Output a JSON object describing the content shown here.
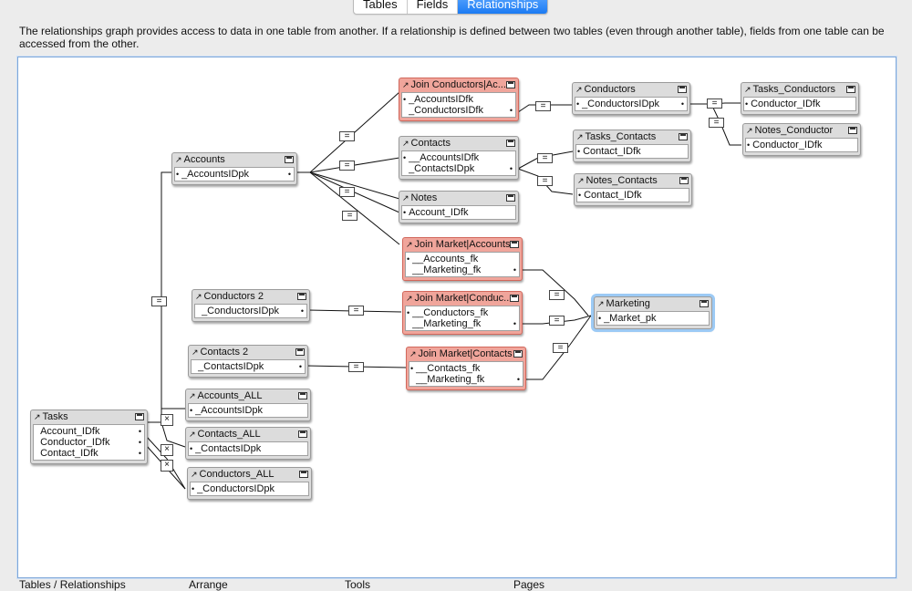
{
  "tabs": [
    "Tables",
    "Fields",
    "Relationships"
  ],
  "active_tab": "Relationships",
  "description": "The relationships graph provides access to data in one table from another. If a relationship is defined between two tables (even through another table), fields from one table can be accessed from the other.",
  "tables": {
    "accounts": {
      "title": "Accounts",
      "fields": [
        "_AccountsIDpk"
      ]
    },
    "join_conductors": {
      "title": "Join Conductors|Ac...",
      "fields": [
        "_AccountsIDfk",
        "_ConductorsIDfk"
      ]
    },
    "contacts": {
      "title": "Contacts",
      "fields": [
        "__AccountsIDfk",
        "_ContactsIDpk"
      ]
    },
    "notes": {
      "title": "Notes",
      "fields": [
        "Account_IDfk"
      ]
    },
    "join_market_accounts": {
      "title": "Join Market|Accounts",
      "fields": [
        "__Accounts_fk",
        "__Marketing_fk"
      ]
    },
    "conductors": {
      "title": "Conductors",
      "fields": [
        "_ConductorsIDpk"
      ]
    },
    "tasks_conductors": {
      "title": "Tasks_Conductors",
      "fields": [
        "Conductor_IDfk"
      ]
    },
    "notes_conductor": {
      "title": "Notes_Conductor",
      "fields": [
        "Conductor_IDfk"
      ]
    },
    "tasks_contacts": {
      "title": "Tasks_Contacts",
      "fields": [
        "Contact_IDfk"
      ]
    },
    "notes_contacts": {
      "title": "Notes_Contacts",
      "fields": [
        "Contact_IDfk"
      ]
    },
    "conductors2": {
      "title": "Conductors 2",
      "fields": [
        "_ConductorsIDpk"
      ]
    },
    "join_market_conductors": {
      "title": "Join Market|Conduc...",
      "fields": [
        "__Conductors_fk",
        "__Marketing_fk"
      ]
    },
    "marketing": {
      "title": "Marketing",
      "fields": [
        "_Market_pk"
      ]
    },
    "contacts2": {
      "title": "Contacts 2",
      "fields": [
        "_ContactsIDpk"
      ]
    },
    "join_market_contacts": {
      "title": "Join Market|Contacts",
      "fields": [
        "__Contacts_fk",
        "__Marketing_fk"
      ]
    },
    "tasks": {
      "title": "Tasks",
      "fields": [
        "Account_IDfk",
        "Conductor_IDfk",
        "Contact_IDfk"
      ]
    },
    "accounts_all": {
      "title": "Accounts_ALL",
      "fields": [
        "_AccountsIDpk"
      ]
    },
    "contacts_all": {
      "title": "Contacts_ALL",
      "fields": [
        "_ContactsIDpk"
      ]
    },
    "conductors_all": {
      "title": "Conductors_ALL",
      "fields": [
        "_ConductorsIDpk"
      ]
    }
  },
  "relation_symbols": {
    "equal": "=",
    "cross": "×"
  },
  "bottom_bar": [
    "Tables / Relationships",
    "Arrange",
    "Tools",
    "Pages"
  ],
  "colors": {
    "accent": "#1b7bf3",
    "join_table": "#f0a59b",
    "table": "#dcdcdc",
    "selection": "#9ccaf5"
  }
}
